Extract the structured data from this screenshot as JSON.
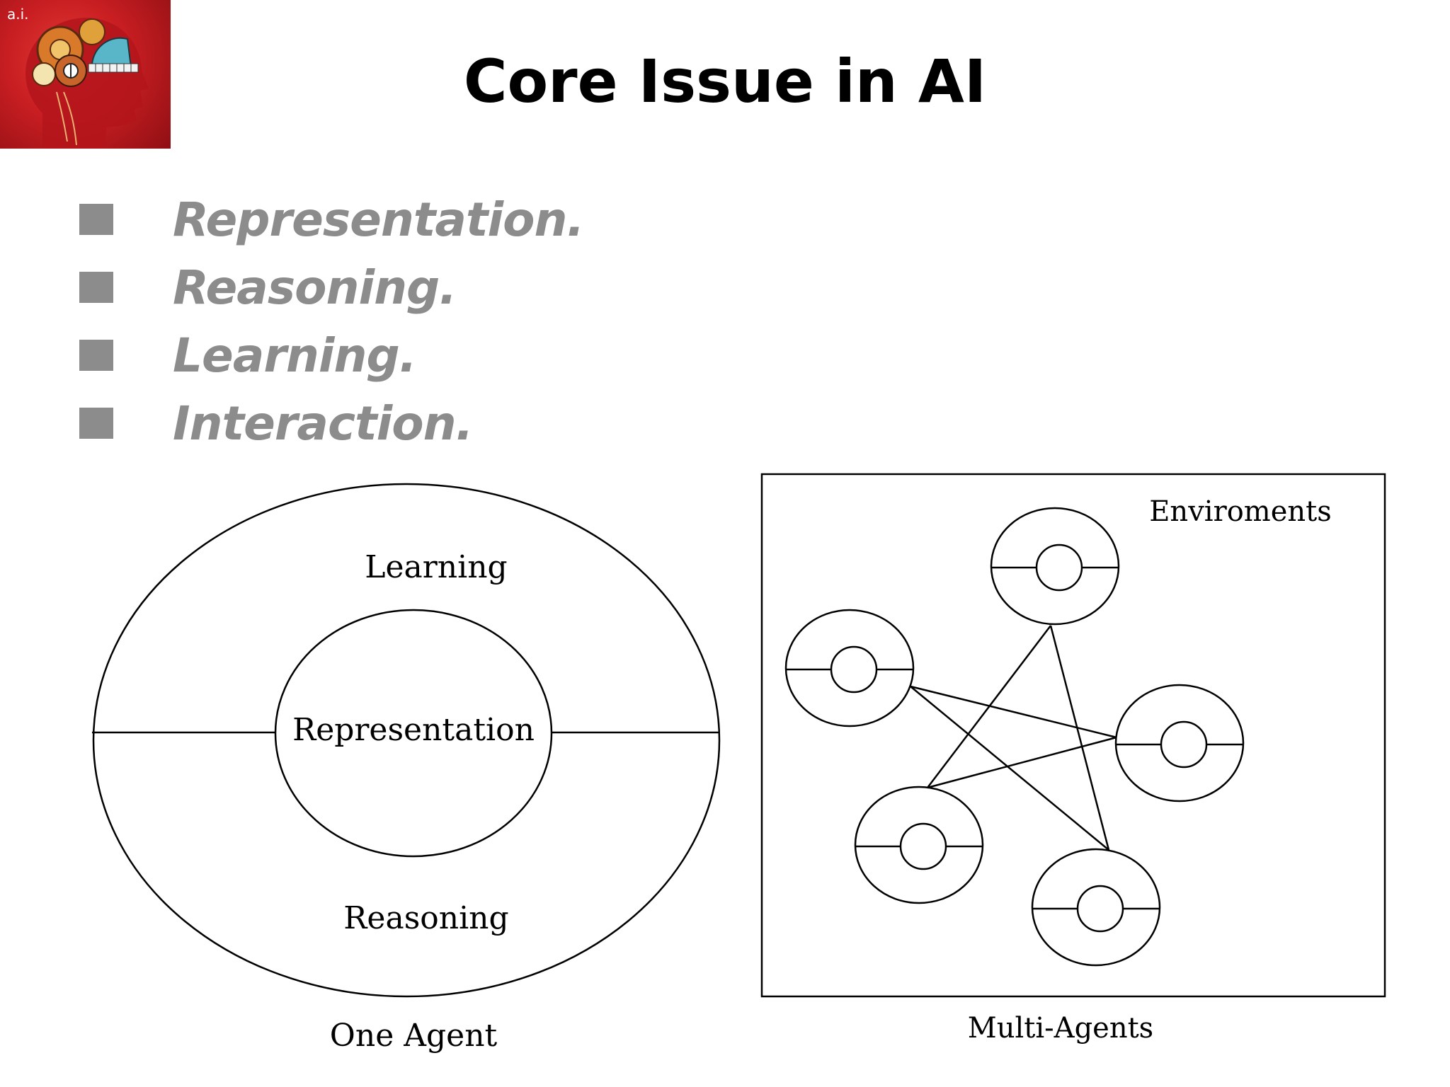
{
  "slide": {
    "title": "Core Issue in AI",
    "logo_text": "a.i."
  },
  "bullets": [
    {
      "text": "Representation."
    },
    {
      "text": "Reasoning."
    },
    {
      "text": "Learning."
    },
    {
      "text": "Interaction."
    }
  ],
  "one_agent": {
    "outer_label": "Learning",
    "inner_label": "Representation",
    "lower_label": "Reasoning",
    "caption": "One Agent"
  },
  "multi_agents": {
    "environment_label": "Enviroments",
    "caption": "Multi-Agents",
    "agent_count": 5
  },
  "colors": {
    "bullet_gray": "#8c8c8c",
    "logo_red": "#c81e22",
    "line": "#000000"
  }
}
